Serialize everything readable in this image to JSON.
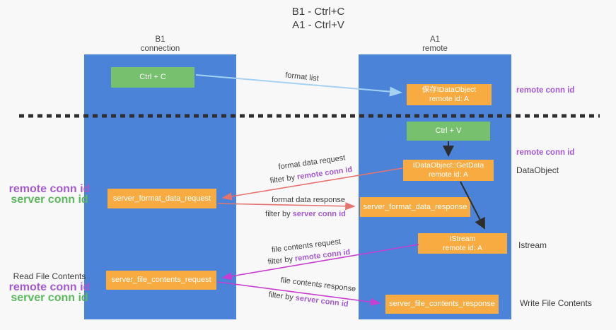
{
  "title": {
    "line1": "B1 - Ctrl+C",
    "line2": "A1 - Ctrl+V"
  },
  "lanes": {
    "left": {
      "name": "B1",
      "subtitle": "connection"
    },
    "right": {
      "name": "A1",
      "subtitle": "remote"
    }
  },
  "boxes": {
    "ctrl_c": "Ctrl + C",
    "ctrl_v": "Ctrl + V",
    "save_idataobject": {
      "line1": "保存IDataObject",
      "line2": "remote id: A"
    },
    "getdata": {
      "line1": "IDataObject::GetData",
      "line2": "remote id: A"
    },
    "istream": {
      "line1": "IStream",
      "line2": "remote id: A"
    },
    "server_format_data_request": "server_format_data_request",
    "server_format_data_response": "server_format_data_response",
    "server_file_contents_request": "server_file_contents_request",
    "server_file_contents_response": "server_file_contents_response"
  },
  "flow_labels": {
    "format_list": "format list",
    "format_data_request": "format data request",
    "format_data_response": "format data response",
    "file_contents_request": "file contents request",
    "file_contents_response": "file contents response",
    "filter_by": "filter by ",
    "remote_conn_id": "remote conn id",
    "server_conn_id": "server conn id"
  },
  "side_labels": {
    "remote_conn_id": "remote conn id",
    "server_conn_id": "server conn id",
    "dataobject": "DataObject",
    "istream": "Istream",
    "read_file_contents": "Read File Contents",
    "write_file_contents": "Write File Contents"
  },
  "colors": {
    "lane_blue": "#4a83d8",
    "box_green": "#76c06e",
    "box_orange": "#f8ab40",
    "arrow_lightblue": "#a5d2f3",
    "arrow_black": "#2d2d2d",
    "arrow_salmon": "#e5736f",
    "arrow_magenta": "#c73ed0",
    "text_purple": "#a35bce",
    "text_green": "#5cb85c"
  }
}
